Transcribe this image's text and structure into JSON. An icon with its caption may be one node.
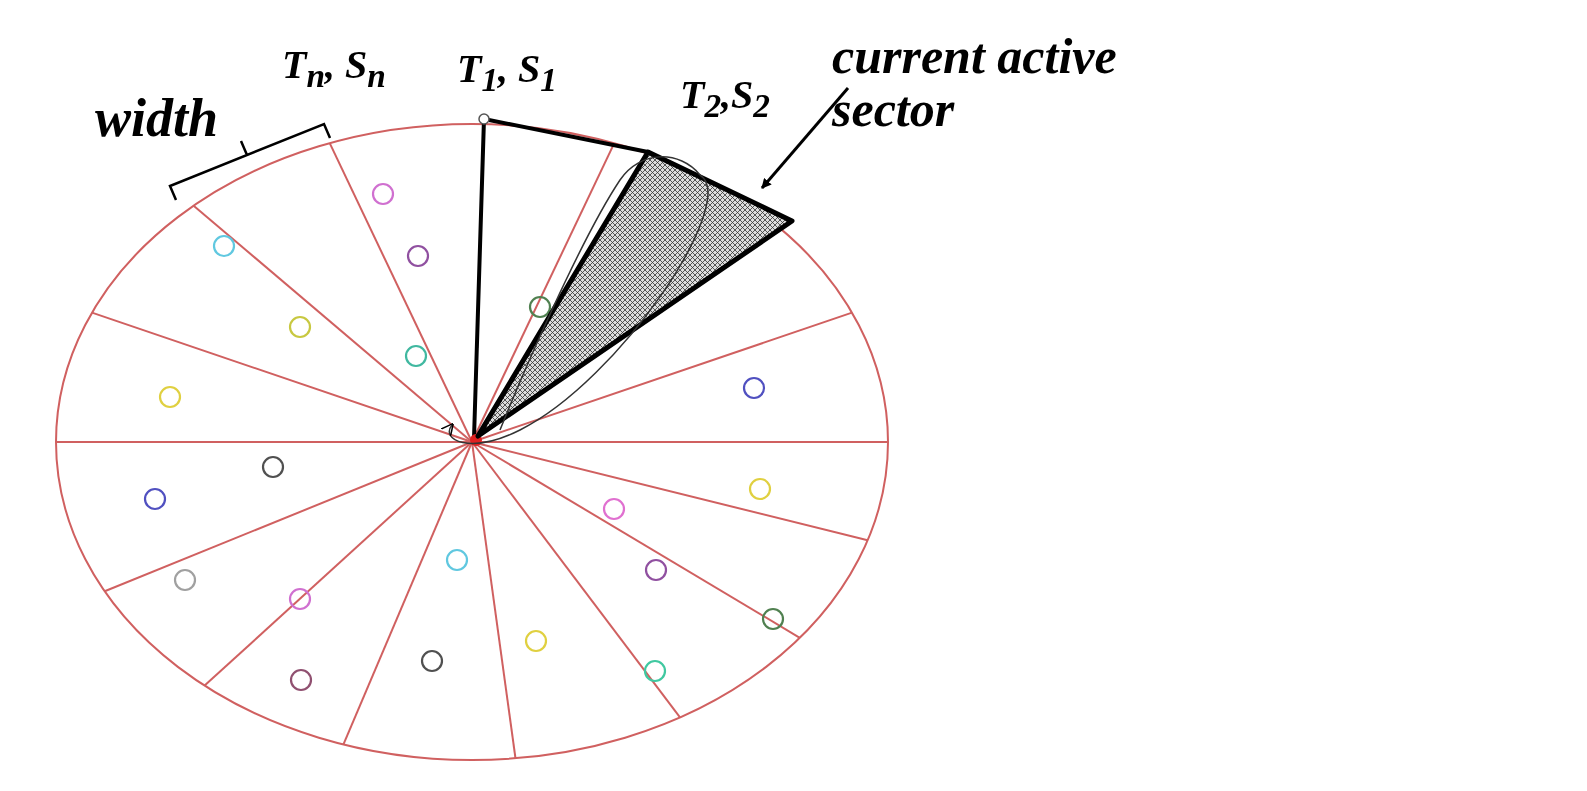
{
  "diagram": {
    "nodes": [
      {
        "text": [
          "current active sector"
        ]
      },
      {
        "text": [],
        "shape": "sector"
      }
    ],
    "edges": [
      {
        "from": 0,
        "to": 1,
        "arrow": "to"
      }
    ],
    "labels": [
      "width",
      "T$_{n}$, S$_{n}$",
      "T$_{1}$, S$_{1}$",
      "T$_{2}$,S$_{2}$"
    ]
  }
}
